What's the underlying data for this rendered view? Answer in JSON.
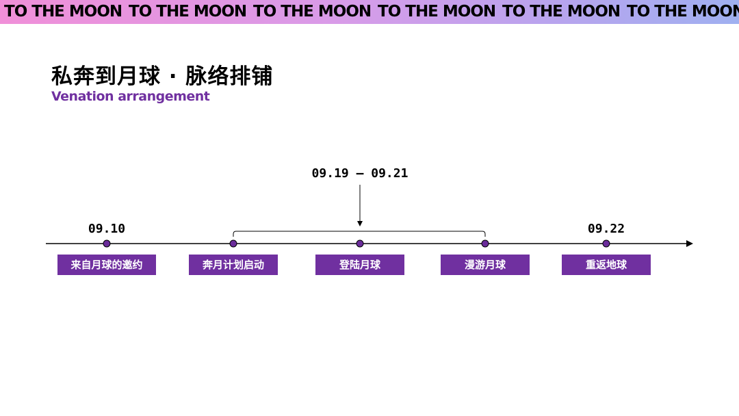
{
  "banner": {
    "text": "TO THE MOON",
    "repeat": 6
  },
  "header": {
    "title": "私奔到月球 · 脉络排铺",
    "subtitle": "Venation arrangement"
  },
  "timeline": {
    "range_label": "09.19 — 09.21",
    "events": [
      {
        "label": "来自月球的邀约",
        "date": "09.10"
      },
      {
        "label": "奔月计划启动",
        "date": ""
      },
      {
        "label": "登陆月球",
        "date": ""
      },
      {
        "label": "漫游月球",
        "date": ""
      },
      {
        "label": "重返地球",
        "date": "09.22"
      }
    ]
  },
  "colors": {
    "accent": "#7030a0",
    "dot": "#6a2c9a",
    "line": "#000000",
    "banner_start": "#f08fd8",
    "banner_end": "#9fb0f0"
  }
}
